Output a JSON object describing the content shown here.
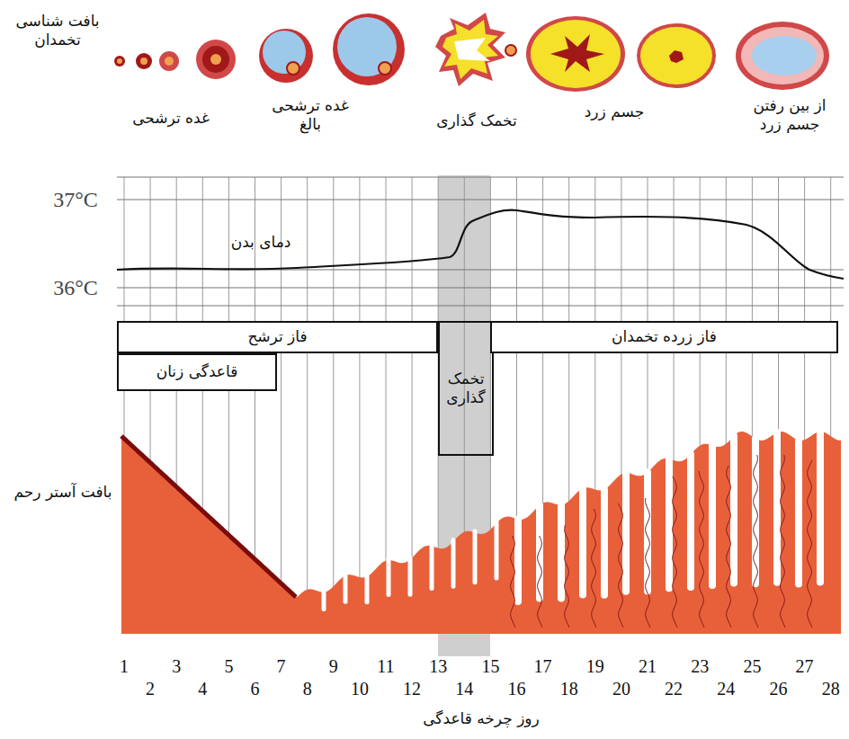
{
  "diagram": {
    "nodes": [
      {
        "text": [
          "فاز ترشح"
        ]
      },
      {
        "text": [
          "تخمک گذاری"
        ]
      },
      {
        "text": [
          "فاز زرده تخمدان"
        ]
      },
      {
        "text": [
          "قاعدگی زنان"
        ]
      }
    ],
    "labels": [
      "بافت شناسی تخمدان",
      "غده ترشحی",
      "غده ترشحی بالغ",
      "تخمک گذاری",
      "جسم زرد",
      "از بین رفتن جسم زرد",
      "37°C",
      "36°C",
      "دمای بدن",
      "بافت آستر رحم",
      "1",
      "2",
      "3",
      "4",
      "5",
      "6",
      "7",
      "8",
      "9",
      "10",
      "11",
      "12",
      "13",
      "14",
      "15",
      "16",
      "17",
      "18",
      "19",
      "20",
      "21",
      "22",
      "23",
      "24",
      "25",
      "26",
      "27",
      "28",
      "روز چرخه قاعدگی"
    ]
  }
}
